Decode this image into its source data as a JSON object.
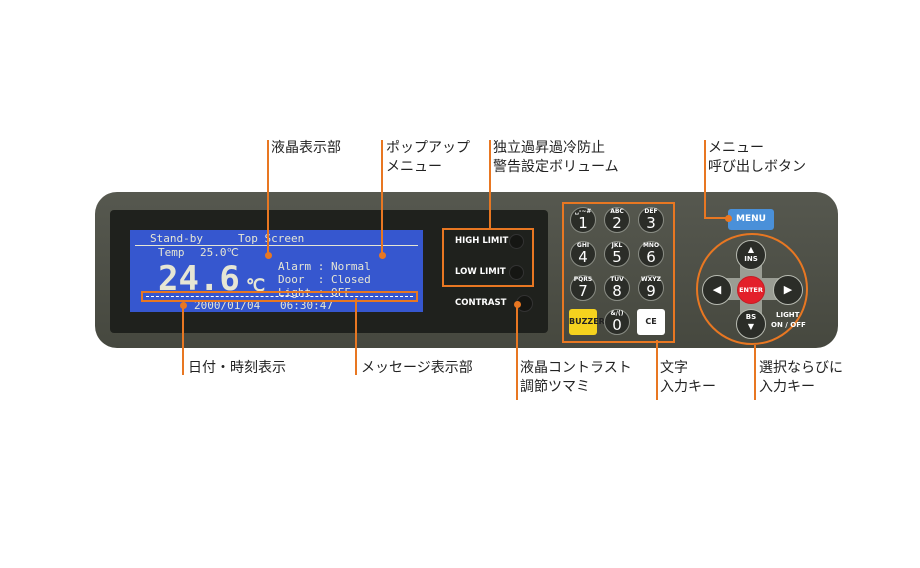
{
  "annotations": {
    "lcd_display": "液晶表示部",
    "popup_menu": [
      "ポップアップ",
      "メニュー"
    ],
    "limit_volume": [
      "独立過昇過冷防止",
      "警告設定ボリューム"
    ],
    "menu_button": [
      "メニュー",
      "呼び出しボタン"
    ],
    "datetime_display": "日付・時刻表示",
    "message_display": "メッセージ表示部",
    "contrast_knob": [
      "液晶コントラスト",
      "調節ツマミ"
    ],
    "char_keys": [
      "文字",
      "入力キー"
    ],
    "select_keys": [
      "選択ならびに",
      "入力キー"
    ]
  },
  "lcd": {
    "mode": "Stand-by",
    "screen": "Top Screen",
    "temp_label": "Temp",
    "set_temp": "25.0℃",
    "current_temp": "24.6",
    "unit": "℃",
    "status": [
      "Alarm : Normal",
      "Door  : Closed",
      "Light : OFF"
    ],
    "date": "2000/01/04",
    "time": "06:30:47"
  },
  "controls": {
    "high_limit": "HIGH LIMIT",
    "low_limit": "LOW LIMIT",
    "contrast": "CONTRAST"
  },
  "keypad": [
    {
      "sub": "␣-~#",
      "num": "1"
    },
    {
      "sub": "ABC",
      "num": "2"
    },
    {
      "sub": "DEF",
      "num": "3"
    },
    {
      "sub": "GHI",
      "num": "4"
    },
    {
      "sub": "JKL",
      "num": "5"
    },
    {
      "sub": "MNO",
      "num": "6"
    },
    {
      "sub": "PQRS",
      "num": "7"
    },
    {
      "sub": "TUV",
      "num": "8"
    },
    {
      "sub": "WXYZ",
      "num": "9"
    },
    {
      "sub": "&/()",
      "num": "0"
    }
  ],
  "buzzer": "BUZZER",
  "ce": "CE",
  "menu": "MENU",
  "nav": {
    "up": "INS",
    "down": "BS",
    "enter": "ENTER",
    "light": "LIGHT",
    "light2": "ON / OFF"
  },
  "colors": {
    "accent": "#e87722",
    "lcd": "#3657cf",
    "panel": "#4e5048"
  }
}
